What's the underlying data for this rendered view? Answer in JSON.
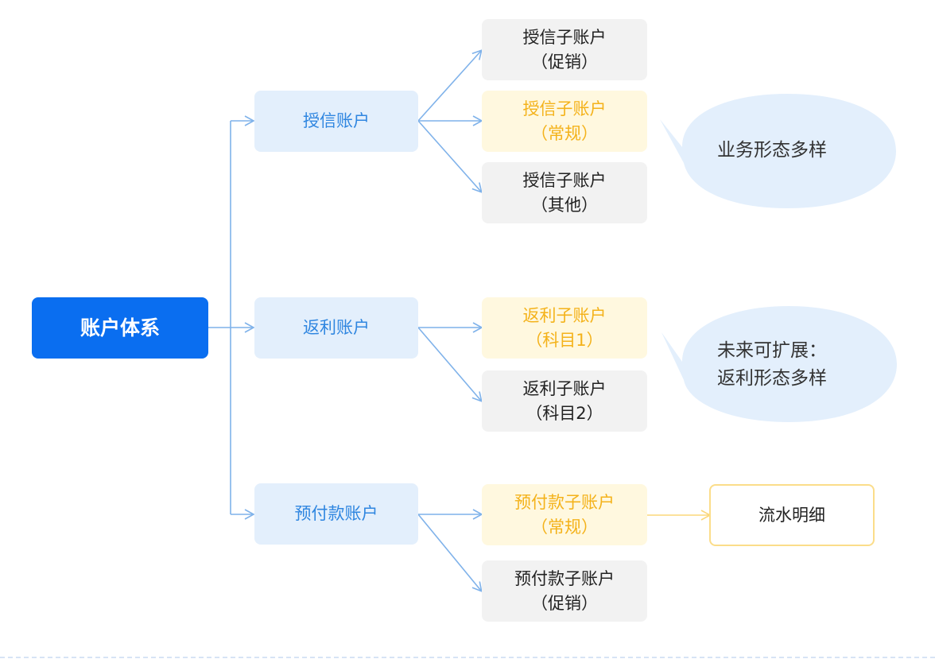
{
  "root": {
    "label": "账户体系"
  },
  "groups": [
    {
      "label": "授信账户",
      "children": [
        {
          "line1": "授信子账户",
          "line2": "（促销）",
          "style": "gray"
        },
        {
          "line1": "授信子账户",
          "line2": "（常规）",
          "style": "yellow"
        },
        {
          "line1": "授信子账户",
          "line2": "（其他）",
          "style": "gray"
        }
      ]
    },
    {
      "label": "返利账户",
      "children": [
        {
          "line1": "返利子账户",
          "line2": "（科目1）",
          "style": "yellow"
        },
        {
          "line1": "返利子账户",
          "line2": "（科目2）",
          "style": "gray"
        }
      ]
    },
    {
      "label": "预付款账户",
      "children": [
        {
          "line1": "预付款子账户",
          "line2": "（常规）",
          "style": "yellow"
        },
        {
          "line1": "预付款子账户",
          "line2": "（促销）",
          "style": "gray"
        }
      ]
    }
  ],
  "detail": {
    "label": "流水明细"
  },
  "callouts": [
    {
      "line1": "业务形态多样",
      "line2": ""
    },
    {
      "line1": "未来可扩展：",
      "line2": "返利形态多样"
    }
  ],
  "colors": {
    "root": "#0a6ef0",
    "mid_bg": "#e3effc",
    "mid_text": "#2f86e0",
    "connector": "#7fb2ea",
    "yellow_connector": "#fbd77a",
    "bubble": "#e3effc"
  }
}
